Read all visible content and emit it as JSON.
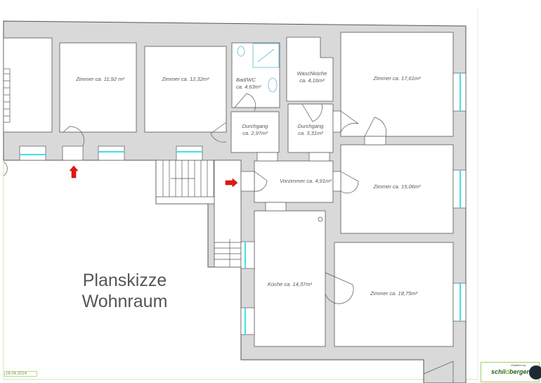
{
  "title": {
    "line1": "Planskizze",
    "line2": "Wohnraum"
  },
  "date": "16.04.2024",
  "logo": {
    "byline": "Graphics by",
    "name": "schildberger"
  },
  "rooms": {
    "zimmer1": "Zimmer ca. 11,92 m²",
    "zimmer2": "Zimmer ca. 12,32m²",
    "bad_1": "Bad/WC",
    "bad_2": "ca. 4,63m²",
    "wasch_1": "Waschküche",
    "wasch_2": "ca. 4,16m²",
    "durch1_1": "Durchgang",
    "durch1_2": "ca. 2,97m²",
    "durch2_1": "Durchgang",
    "durch2_2": "ca. 3,31m²",
    "zimmer3": "Zimmer ca. 17,61m²",
    "zimmer4": "Zimmer ca. 15,06m²",
    "vorzimmer": "Vorzimmer ca. 4,91m²",
    "kueche": "Küche ca. 14,37m²",
    "zimmer5": "Zimmer ca. 18,75m²"
  },
  "colors": {
    "wall": "#d9d9d9",
    "window": "#3ee0e8",
    "arrow": "#e8150c",
    "frame": "#b8d89a"
  }
}
